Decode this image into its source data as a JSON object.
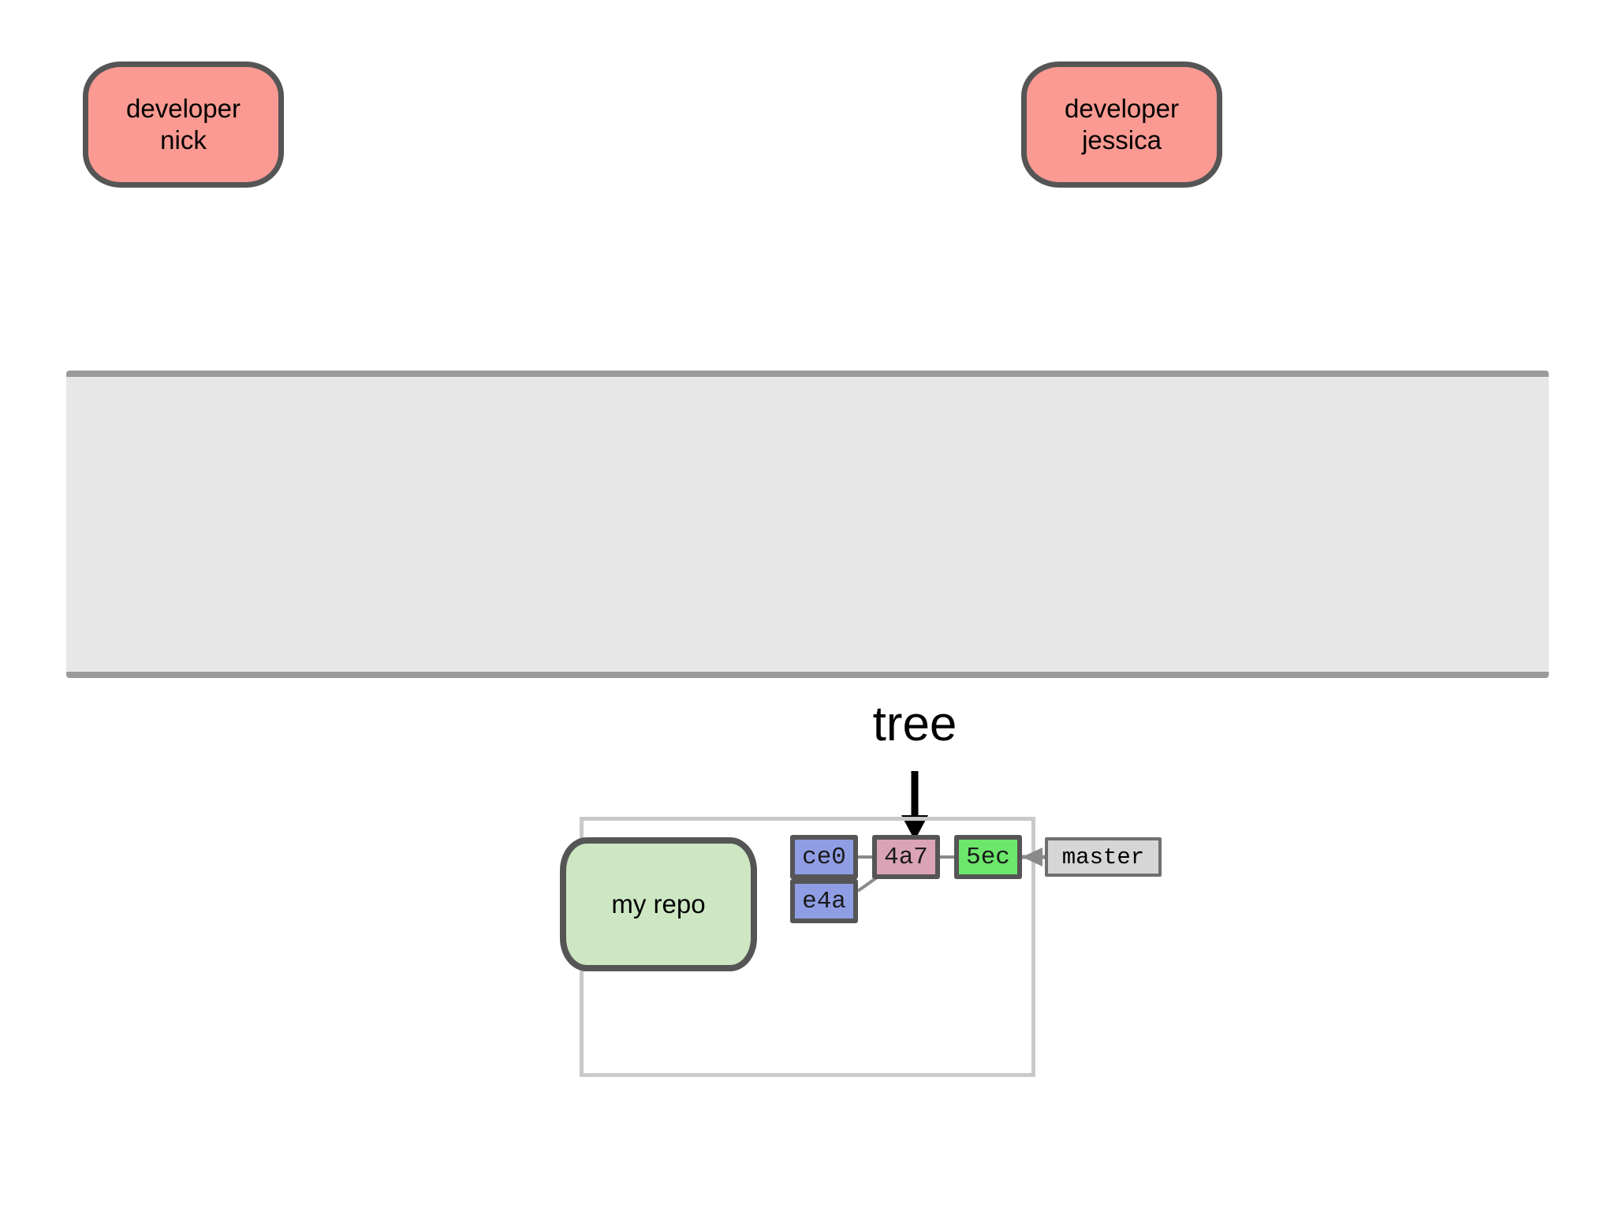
{
  "diagram": {
    "title": "git repository object diagram",
    "background_color": "#ffffff"
  },
  "developers": [
    {
      "id": "nick",
      "line1": "developer",
      "line2": "nick",
      "color": "#fa9a92"
    },
    {
      "id": "jessica",
      "line1": "developer",
      "line2": "jessica",
      "color": "#fa9a92"
    }
  ],
  "panel": {
    "label": "",
    "fill_color": "#e7e7e7",
    "border_color": "#9a9a9a"
  },
  "annotation": {
    "tree_label": "tree",
    "arrow_direction": "down",
    "points_to": "4a7"
  },
  "repo": {
    "name": "my repo",
    "color": "#cde7c3",
    "container_border_color": "#c9c9c9"
  },
  "objects": [
    {
      "id": "ce0",
      "label": "ce0",
      "kind": "blob",
      "color": "#8f9de4"
    },
    {
      "id": "4a7",
      "label": "4a7",
      "kind": "tree",
      "color": "#dba4b6"
    },
    {
      "id": "5ec",
      "label": "5ec",
      "kind": "commit",
      "color": "#6ce76c"
    },
    {
      "id": "e4a",
      "label": "e4a",
      "kind": "blob",
      "color": "#8f9de4"
    }
  ],
  "refs": [
    {
      "id": "master",
      "label": "master",
      "points_to": "5ec",
      "color": "#d6d6d6"
    }
  ],
  "edges": [
    {
      "from": "ce0",
      "to": "4a7",
      "style": "line"
    },
    {
      "from": "e4a",
      "to": "4a7",
      "style": "line"
    },
    {
      "from": "4a7",
      "to": "5ec",
      "style": "line"
    },
    {
      "from": "master",
      "to": "5ec",
      "style": "arrow"
    }
  ]
}
